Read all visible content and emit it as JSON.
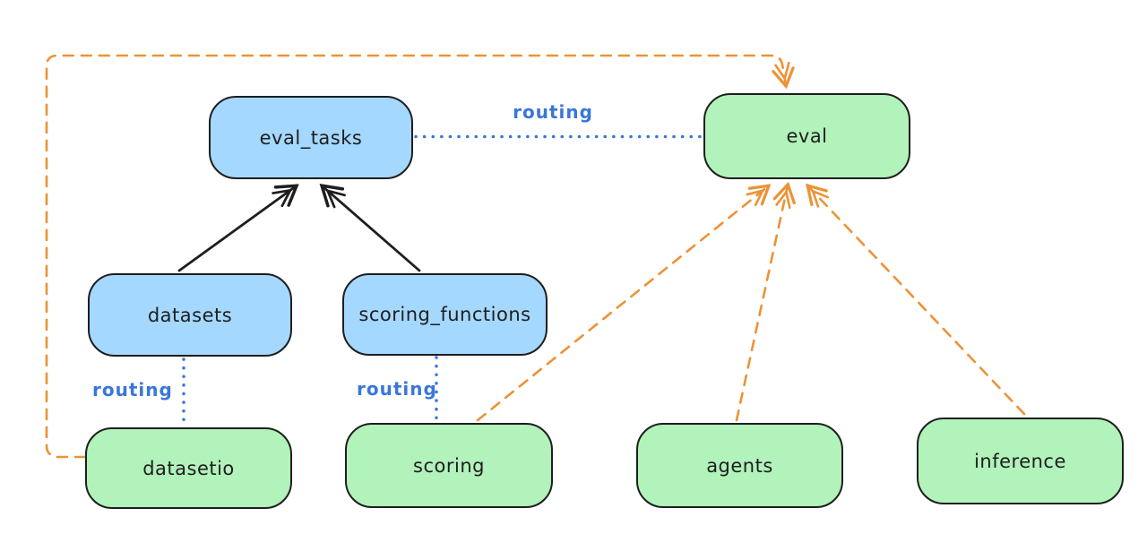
{
  "diagram": {
    "nodes": {
      "eval_tasks": {
        "label": "eval_tasks",
        "color": "blue"
      },
      "eval": {
        "label": "eval",
        "color": "green"
      },
      "datasets": {
        "label": "datasets",
        "color": "blue"
      },
      "scoring_functions": {
        "label": "scoring_functions",
        "color": "blue"
      },
      "datasetio": {
        "label": "datasetio",
        "color": "green"
      },
      "scoring": {
        "label": "scoring",
        "color": "green"
      },
      "agents": {
        "label": "agents",
        "color": "green"
      },
      "inference": {
        "label": "inference",
        "color": "green"
      }
    },
    "edges": {
      "eval_tasks_eval": {
        "label": "routing",
        "style": "dotted-blue"
      },
      "datasets_datasetio": {
        "label": "routing",
        "style": "dotted-blue"
      },
      "scoring_functions_scoring": {
        "label": "routing",
        "style": "dotted-blue"
      },
      "datasets_to_eval_tasks": {
        "style": "solid-black-arrow"
      },
      "scoring_functions_to_eval_tasks": {
        "style": "solid-black-arrow"
      },
      "scoring_to_eval": {
        "style": "dashed-orange-arrow"
      },
      "agents_to_eval": {
        "style": "dashed-orange-arrow"
      },
      "inference_to_eval": {
        "style": "dashed-orange-arrow"
      },
      "datasetio_to_eval": {
        "style": "dashed-orange-arrow"
      }
    },
    "colors": {
      "node_blue_fill": "#a5d8ff",
      "node_green_fill": "#b2f2bb",
      "node_stroke": "#1e1e1e",
      "orange_edge": "#ec9336",
      "blue_edge": "#3a77d9",
      "background": "#ffffff"
    }
  }
}
